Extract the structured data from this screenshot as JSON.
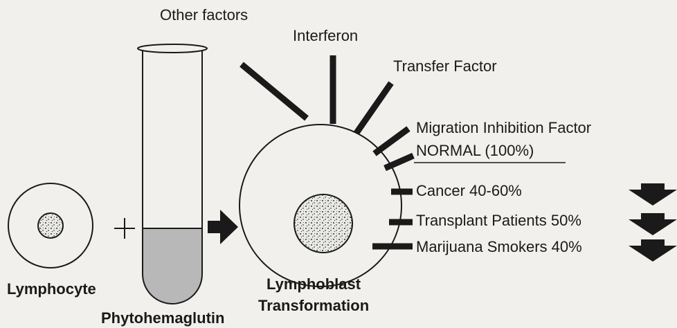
{
  "factors": {
    "other": "Other factors",
    "interferon": "Interferon",
    "transfer": "Transfer Factor",
    "migration": "Migration Inhibition Factor",
    "normal": "NORMAL (100%)"
  },
  "results": {
    "cancer": "Cancer 40-60%",
    "transplant": "Transplant Patients 50%",
    "marijuana": "Marijuana Smokers 40%"
  },
  "captions": {
    "lymphocyte": "Lymphocyte",
    "phyto": "Phytohemaglutin",
    "lymphoblast_line1": "Lymphoblast",
    "lymphoblast_line2": "Transformation"
  },
  "colors": {
    "ink": "#1a1a1a",
    "tube_fill": "#b8b8b8",
    "background": "#f1f0ec"
  },
  "icons": {
    "plus": "plus-icon",
    "arrow": "right-arrow-icon",
    "down": "down-arrow-icon"
  }
}
